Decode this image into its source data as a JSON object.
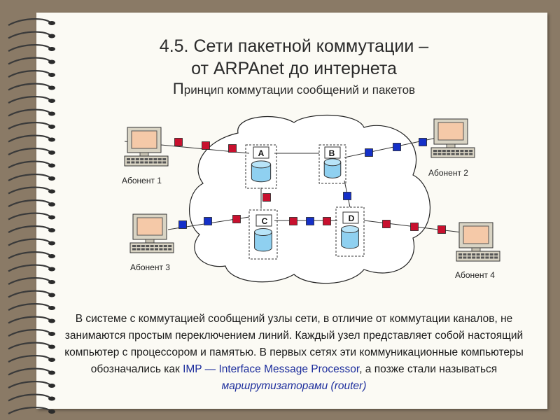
{
  "title": {
    "line1": "4.5. Сети пакетной коммутации –",
    "line2": "от ARPAnet до интернета"
  },
  "subtitle": {
    "first_letter": "П",
    "rest": "ринцип коммутации сообщений и пакетов"
  },
  "diagram": {
    "nodes": [
      {
        "id": "A",
        "label": "A"
      },
      {
        "id": "B",
        "label": "B"
      },
      {
        "id": "C",
        "label": "C"
      },
      {
        "id": "D",
        "label": "D"
      }
    ],
    "subscribers": [
      {
        "id": "sub1",
        "label": "Абонент 1"
      },
      {
        "id": "sub2",
        "label": "Абонент 2"
      },
      {
        "id": "sub3",
        "label": "Абонент 3"
      },
      {
        "id": "sub4",
        "label": "Абонент 4"
      }
    ],
    "packet_colors": {
      "red": "#c8102e",
      "blue": "#1530c8"
    }
  },
  "body": {
    "text_before": "В системе с коммутацией сообщений узлы сети, в отличие от коммутации каналов, не занимаются простым переключением линий. Каждый узел представляет собой настоящий компьютер с процессором и памятью.  В первых сетях эти коммуникационные компьютеры обозначались как ",
    "imp": "IMP — Interface Message Processor",
    "text_middle": ", а позже стали называться ",
    "routers": "маршрутизаторами (router)"
  },
  "colors": {
    "background": "#8a7a66",
    "paper": "#fbfaf4",
    "highlight": "#1c2d9c"
  }
}
